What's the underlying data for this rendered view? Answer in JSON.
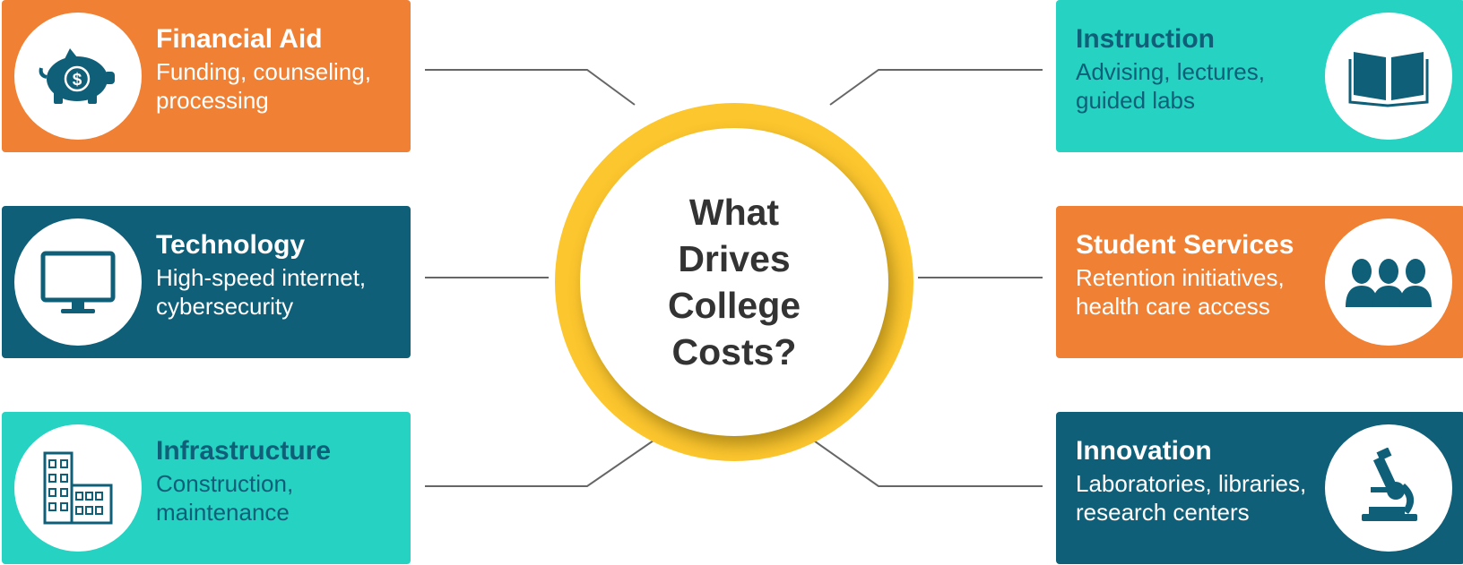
{
  "center": {
    "title": "What\nDrives\nCollege\nCosts?"
  },
  "cards": [
    {
      "title": "Financial Aid",
      "desc": "Funding, counseling, processing",
      "icon": "piggy-bank-icon"
    },
    {
      "title": "Technology",
      "desc": "High-speed internet, cybersecurity",
      "icon": "monitor-icon"
    },
    {
      "title": "Infrastructure",
      "desc": "Construction, maintenance",
      "icon": "building-icon"
    },
    {
      "title": "Instruction",
      "desc": "Advising, lectures, guided labs",
      "icon": "open-book-icon"
    },
    {
      "title": "Student Services",
      "desc": "Retention initiatives, health care access",
      "icon": "people-group-icon"
    },
    {
      "title": "Innovation",
      "desc": "Laboratories, libraries, research centers",
      "icon": "microscope-icon"
    }
  ],
  "colors": {
    "orange": "#f08033",
    "navy": "#0f5f79",
    "teal": "#26d2c1",
    "ring": "#fcc62e",
    "connector": "#666666"
  }
}
